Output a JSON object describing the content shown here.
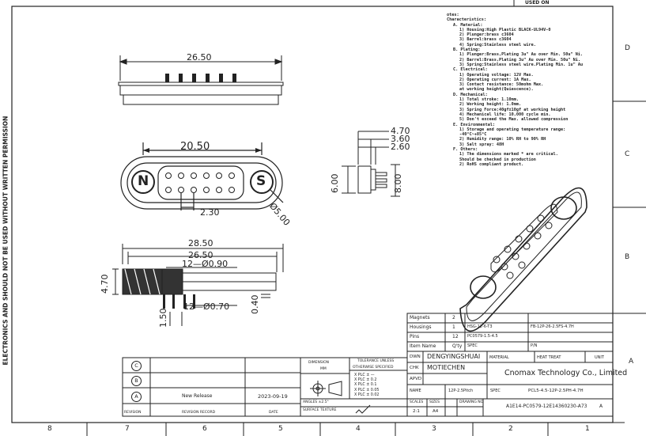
{
  "corner_label": "USED ON",
  "side_text": "ELECTRONICS AND SHOULD NOT BE USED WITHOUT WRITTEN PERMISSION",
  "zones_right": [
    "D",
    "C",
    "B",
    "A"
  ],
  "zones_bottom": [
    "8",
    "7",
    "6",
    "5",
    "4",
    "3",
    "2",
    "1"
  ],
  "dims": {
    "top_width": "26.50",
    "front_width": "20.50",
    "front_pitch": "2.30",
    "front_dia": "Ø5.00",
    "side_h1": "4.70",
    "side_h2": "3.60",
    "side_h3": "2.60",
    "side_left": "6.00",
    "side_right": "8.00",
    "sec_w1": "28.50",
    "sec_w2": "26.50",
    "sec_holes": "12—Ø0.90",
    "sec_left": "4.70",
    "sec_pitch": "1.50",
    "sec_pins": "12—Ø0.70",
    "sec_right": "0.40"
  },
  "notes": {
    "heading1": "otes:",
    "heading2": "Characteristics:",
    "lines": [
      "A. Material:",
      "1) Housing:High Plastic BLACK-UL94V-0",
      "2) Plunger:brass c3604",
      "3) Barrel:brass c3604",
      "4) Spring:Stainless steel wire.",
      "B. Plating:",
      "1) Plunger:Brass,Plating 3u\" Au over Min. 50u\" Ni.",
      "2) Barrel:Brass,Plating 3u\" Au over Min. 50u\" Ni.",
      "3) Spring:Stainless steel wire.Plating Min. 1u\" Au",
      "C. Electrical:",
      "1) Operating voltage: 12V Max.",
      "2) Operating current: 1A Max.",
      "3) Contact resistance: 50mohm Max.",
      "at working height(Quiescence).",
      "D. Mechanical:",
      "1) Total stroke: 1.10mm.",
      "2) Working height: 1.0mm.",
      "3) Spring Force:40gf±10gf at working height",
      "4) Mechanical life: 10,000 cycle min.",
      "5) Don't exceed the Max. allowed compression",
      "E. Environmental:",
      "1) Storage and operating temperature range:",
      "-40°C~+85°C",
      "2) Humidity range: 10% RH to 90% RH",
      "3) Salt spray: 48H",
      "F. Others:",
      "1) The dimensions marked * are critical.",
      "Should be checked in production",
      "2) RoHS compliant product."
    ]
  },
  "bom": [
    {
      "name": "Magnets",
      "qty": "2",
      "code": "",
      "spec": ""
    },
    {
      "name": "Housings",
      "qty": "1",
      "code": "HSG-12-6-T3",
      "spec": "FB-12P-26-2.5FS-4.7H"
    },
    {
      "name": "Pins",
      "qty": "12",
      "code": "PC0579-1.5-4.5",
      "spec": ""
    },
    {
      "name": "Item Name",
      "qty": "Q'ty",
      "code": "SPEC",
      "spec": "P/N"
    }
  ],
  "title_block": {
    "dwn_label": "DWN",
    "dwn_value": "DENGYINGSHUAI",
    "chk_label": "CHK",
    "chk_value": "MOTIECHEN",
    "apvd_label": "APVD",
    "material_label": "MATERIAL",
    "heat_treat_label": "HEAT TREAT",
    "unit_label": "UNIT",
    "name_label": "NAME",
    "name_value": "12P-2.5Pitch",
    "spec_label": "SPEC",
    "spec_value": "PCL5-4.5-12P-2.5PH-4.7H",
    "company": "Cnomax Technology Co., Limited",
    "scales_label": "SCALES",
    "scales_value": "2:1",
    "sizes_label": "SIZES",
    "sizes_value": "A4",
    "drawing_label": "DRAWING NO",
    "drawing_value": "A1E14-PC0579-12E14360230-A73",
    "drawing_rev": "A",
    "dimension_label": "DIMENSION",
    "dimension_unit": "MM",
    "tolerance_label": "TOLERANCE UNLESS",
    "tolerance_label2": "OTHERWISE SPECIFIED",
    "tolerances": [
      "X PLC   ±  —",
      "X PLC   ±  0.2",
      "X PLC   ±  0.1",
      "X PLC   ±  0.05",
      "X PLC   ±  0.02"
    ],
    "angles": "ANGLES ±2.5°",
    "surface": "SURFACE TEXTURE"
  },
  "revision": {
    "rows": [
      {
        "mark": "C",
        "record": "",
        "date": ""
      },
      {
        "mark": "B",
        "record": "",
        "date": ""
      },
      {
        "mark": "A",
        "record": "New Release",
        "date": "2023-09-19"
      }
    ],
    "col_revision": "REVISION",
    "col_record": "REVISION RECORD",
    "col_date": "DATE"
  }
}
